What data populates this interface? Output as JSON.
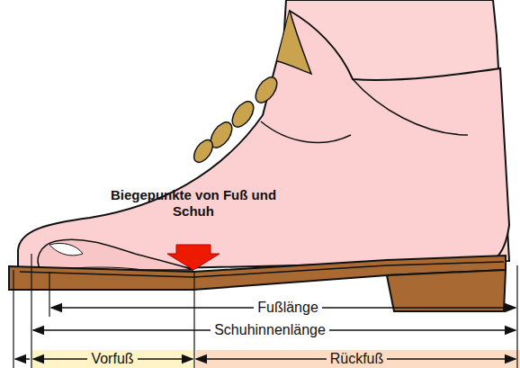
{
  "diagram": {
    "nodes": [
      {
        "text": [
          "Vorfuß"
        ]
      },
      {
        "text": [
          "Rückfuß"
        ]
      }
    ],
    "labels": [
      "Biegepunkte von Fuß und Schuh",
      "Fußlänge",
      "Schuhinnenlänge"
    ]
  }
}
